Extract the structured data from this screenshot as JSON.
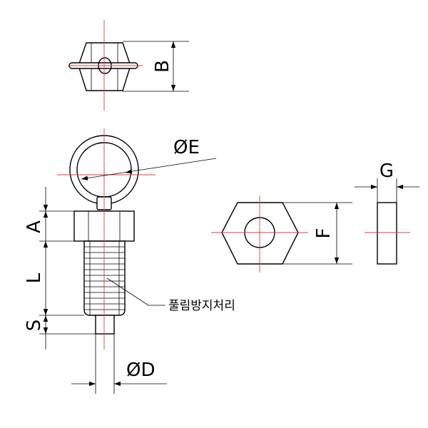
{
  "labels": {
    "B": "B",
    "E": "ØE",
    "A": "A",
    "L": "L",
    "S": "S",
    "D": "ØD",
    "F": "F",
    "G": "G",
    "note": "풀림방지처리"
  },
  "colors": {
    "line": "#000000",
    "centerline": "#e8383c",
    "background": "#ffffff"
  }
}
